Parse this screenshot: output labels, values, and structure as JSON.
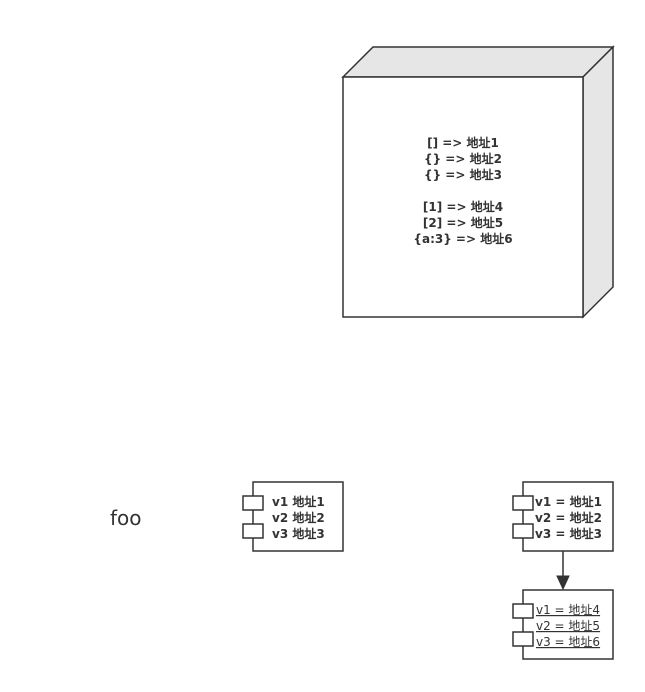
{
  "heap": {
    "lines": [
      "[] => 地址1",
      "{} => 地址2",
      "{} => 地址3",
      "",
      "[1] => 地址4",
      "[2] => 地址5",
      "{a:3} => 地址6"
    ]
  },
  "foo_label": "foo",
  "component_left": {
    "lines": [
      "v1 地址1",
      "v2 地址2",
      "v3 地址3"
    ]
  },
  "component_right_top": {
    "lines": [
      "v1 = 地址1",
      "v2 = 地址2",
      "v3 = 地址3"
    ]
  },
  "component_right_bottom": {
    "lines": [
      "v1 = 地址4",
      "v2 = 地址5",
      "v3 = 地址6"
    ]
  },
  "colors": {
    "stroke": "#333333",
    "cube_side": "#e6e6e6",
    "text": "#333333"
  }
}
